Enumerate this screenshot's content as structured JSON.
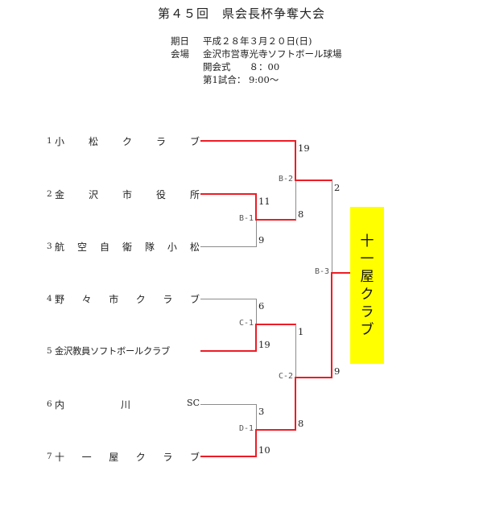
{
  "header": {
    "title": "第４５回　県会長杯争奪大会",
    "info": [
      {
        "label": "期日",
        "value": "平成２８年３月２０日(日)"
      },
      {
        "label": "会場",
        "value": "金沢市営専光寺ソフトボール球場"
      },
      {
        "label": "",
        "value": "開会式　　８：00"
      },
      {
        "label": "",
        "value": "第1試合： 9:00〜"
      }
    ]
  },
  "teams": [
    {
      "num": "1",
      "chars": [
        "小",
        "松",
        "ク",
        "ラ",
        "ブ"
      ],
      "name": "小松クラブ"
    },
    {
      "num": "2",
      "chars": [
        "金",
        "沢",
        "市",
        "役",
        "所"
      ],
      "name": "金沢市役所"
    },
    {
      "num": "3",
      "chars": [
        "航",
        "空",
        "自",
        "衛",
        "隊",
        "小",
        "松"
      ],
      "name": "航空自衛隊小松"
    },
    {
      "num": "4",
      "chars": [
        "野",
        "々",
        "市",
        "ク",
        "ラ",
        "ブ"
      ],
      "name": "野々市クラブ"
    },
    {
      "num": "5",
      "chars": [
        "金沢教員ソフトボールクラブ"
      ],
      "name": "金沢教員ソフトボールクラブ"
    },
    {
      "num": "6",
      "chars": [
        "内",
        "川",
        "SC"
      ],
      "name": "内川SC"
    },
    {
      "num": "7",
      "chars": [
        "十",
        "一",
        "屋",
        "ク",
        "ラ",
        "ブ"
      ],
      "name": "十一屋クラブ"
    }
  ],
  "matches": {
    "B1": {
      "label": "B-1",
      "top_score": "11",
      "bottom_score": "9"
    },
    "C1": {
      "label": "C-1",
      "top_score": "6",
      "bottom_score": "19"
    },
    "D1": {
      "label": "D-1",
      "top_score": "3",
      "bottom_score": "10"
    },
    "B2": {
      "label": "B-2",
      "top_score": "19",
      "bottom_score": "8"
    },
    "C2": {
      "label": "C-2",
      "top_score": "1",
      "bottom_score": "8"
    },
    "B3": {
      "label": "B-3",
      "top_score": "2",
      "bottom_score": "9"
    }
  },
  "champion": {
    "name": "十一屋クラブ",
    "chars": [
      "十",
      "一",
      "屋",
      "ク",
      "ラ",
      "ブ"
    ],
    "bg_color": "#ffff00"
  },
  "colors": {
    "winner_line": "#ee1c24",
    "loser_line": "#8c8c8c"
  }
}
